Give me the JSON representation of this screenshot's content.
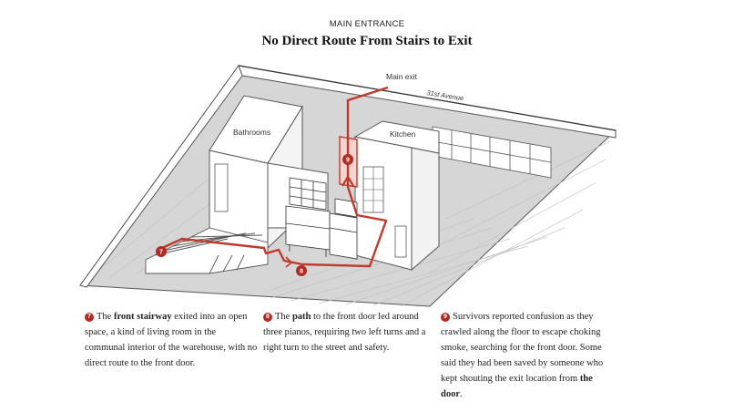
{
  "header": {
    "kicker": "MAIN ENTRANCE",
    "title": "No Direct Route From Stairs to Exit"
  },
  "labels": {
    "main_exit": "Main exit",
    "street": "31st Avenue",
    "bathrooms": "Bathrooms",
    "kitchen": "Kitchen"
  },
  "markers": [
    "7",
    "8",
    "9"
  ],
  "captions": [
    {
      "num": "7",
      "pre": "The ",
      "bold": "front stairway",
      "post": " exited into an open space, a kind of living room in the communal interior of the warehouse, with no direct route to the front door."
    },
    {
      "num": "8",
      "pre": "The ",
      "bold": "path",
      "post": " to the front door led around three pianos, requiring two left turns and a right turn to the street and safety."
    },
    {
      "num": "9",
      "pre": "Survivors reported confusion as they crawled along the floor to escape choking smoke, searching for the front door. Some said they had been saved by someone who kept shouting the exit location from ",
      "bold": "the door",
      "post": "."
    }
  ],
  "colors": {
    "path": "#c0392b",
    "badge": "#b22a24",
    "floor": "#d4d4d4",
    "wall": "#ffffff",
    "line": "#444444"
  }
}
